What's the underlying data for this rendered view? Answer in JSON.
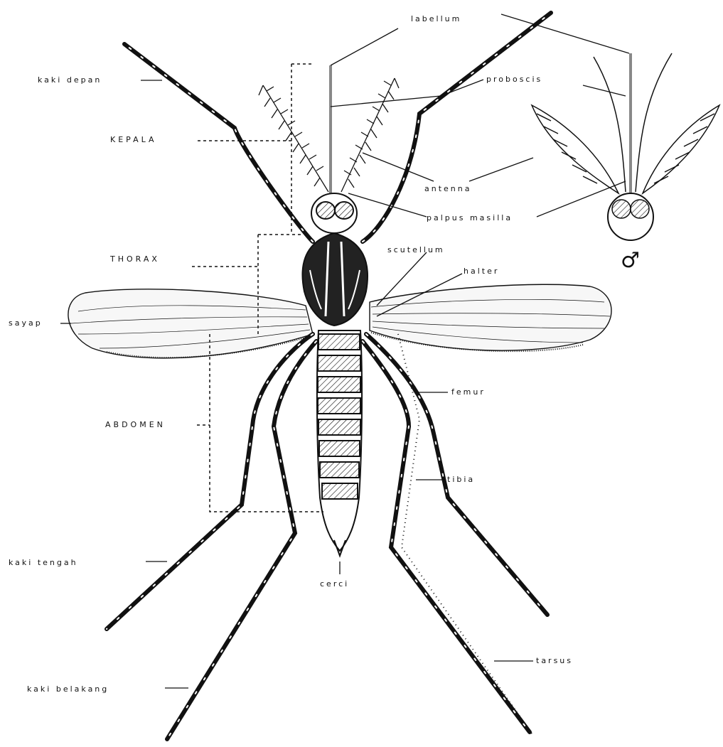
{
  "labels": {
    "labellum": "labellum",
    "proboscis": "proboscis",
    "antenna": "antenna",
    "palpus_masilla": "palpus masilla",
    "scutellum": "scutellum",
    "halter": "halter",
    "femur": "femur",
    "tibia": "tibia",
    "tarsus": "tarsus",
    "cerci": "cerci",
    "kaki_depan": "kaki depan",
    "kepala": "KEPALA",
    "thorax": "THORAX",
    "sayap": "sayap",
    "abdomen": "ABDOMEN",
    "kaki_tengah": "kaki tengah",
    "kaki_belakang": "kaki belakang"
  },
  "inset": {
    "sex_symbol": "♂"
  },
  "colors": {
    "ink": "#111111",
    "background": "#ffffff"
  }
}
